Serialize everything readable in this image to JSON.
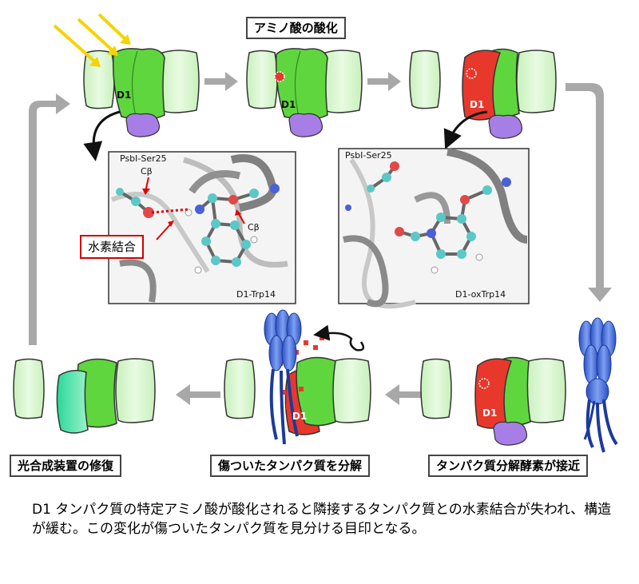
{
  "title": "アミノ酸の酸化",
  "steps": {
    "repair": "光合成装置の修復",
    "degrade": "傷ついたタンパク質を分解",
    "approach": "タンパク質分解酵素が接近"
  },
  "protein_label": "D1",
  "left_panel": {
    "serine": "PsbI-Ser25",
    "cb_top": "Cβ",
    "cb_right": "Cβ",
    "trp": "D1-Trp14",
    "hbond": "水素結合"
  },
  "right_panel": {
    "serine": "PsbI-Ser25",
    "trp": "D1-oxTrp14"
  },
  "caption": "D1 タンパク質の特定アミノ酸が酸化されると隣接するタンパク質との水素結合が失われ、構造が緩む。この変化が傷ついたタンパク質を見分ける目印となる。",
  "colors": {
    "membrane": "#d8f7cf",
    "d1_green": "#5fd63e",
    "d1_red": "#e8382c",
    "purple": "#a77ee6",
    "protease": "#3f62d8",
    "arrow": "#a8a8a8"
  }
}
